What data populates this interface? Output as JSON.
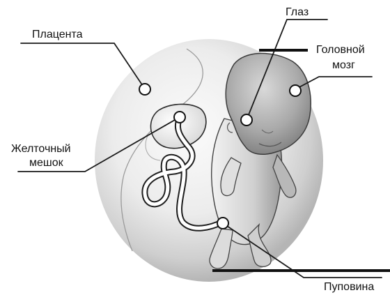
{
  "labels": {
    "placenta": "Плацента",
    "eye": "Глаз",
    "brain_line1": "Головной",
    "brain_line2": "мозг",
    "yolk_line1": "Желточный",
    "yolk_line2": "мешок",
    "cord": "Пуповина"
  },
  "colors": {
    "line": "#1a1a1a",
    "sac_light": "#fafafa",
    "sac_dark": "#bdbdbd",
    "embryo_light": "#e6e6e6",
    "embryo_dark": "#8e8e8e"
  }
}
